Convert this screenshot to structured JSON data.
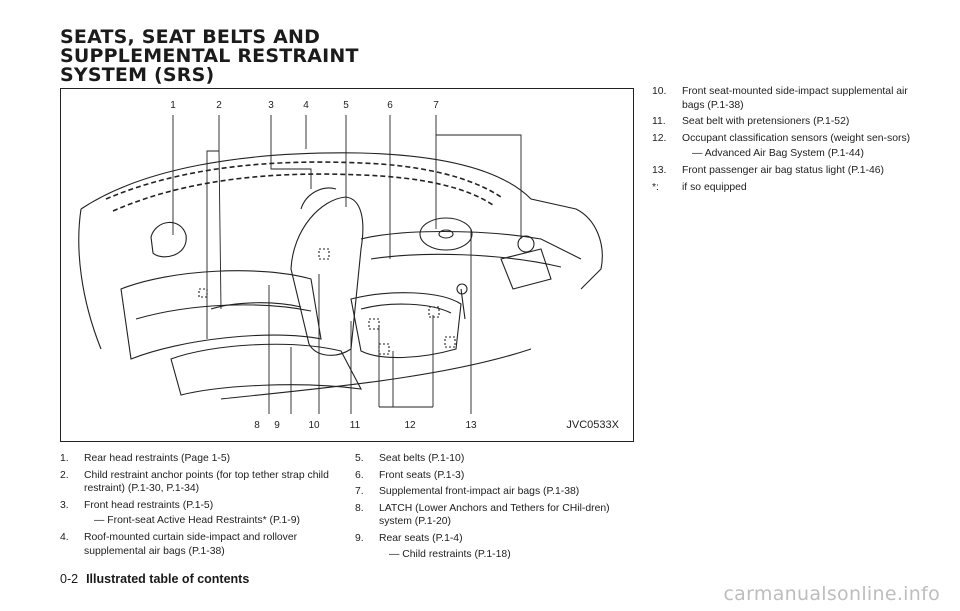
{
  "header": {
    "title_lines": [
      "SEATS, SEAT BELTS AND",
      "SUPPLEMENTAL RESTRAINT",
      "SYSTEM (SRS)"
    ]
  },
  "figure": {
    "code": "JVC0533X",
    "top_callouts": [
      "1",
      "2",
      "3",
      "4",
      "5",
      "6",
      "7"
    ],
    "bottom_callouts": [
      "8",
      "9",
      "10",
      "11",
      "12",
      "13"
    ]
  },
  "items": [
    {
      "num": "1.",
      "text": "Rear head restraints (Page 1-5)"
    },
    {
      "num": "2.",
      "text": "Child restraint anchor points (for top tether strap child restraint) (P.1-30, P.1-34)"
    },
    {
      "num": "3.",
      "text": "Front head restraints (P.1-5)",
      "sub": "— Front-seat Active Head Restraints* (P.1-9)"
    },
    {
      "num": "4.",
      "text": "Roof-mounted curtain side-impact and rollover supplemental air bags (P.1-38)"
    },
    {
      "num": "5.",
      "text": "Seat belts (P.1-10)"
    },
    {
      "num": "6.",
      "text": "Front seats (P.1-3)"
    },
    {
      "num": "7.",
      "text": "Supplemental front-impact air bags (P.1-38)"
    },
    {
      "num": "8.",
      "text": "LATCH (Lower Anchors and Tethers for CHil-dren) system (P.1-20)"
    },
    {
      "num": "9.",
      "text": "Rear seats (P.1-4)",
      "sub": "— Child restraints (P.1-18)"
    },
    {
      "num": "10.",
      "text": "Front seat-mounted side-impact supplemental air bags (P.1-38)"
    },
    {
      "num": "11.",
      "text": "Seat belt with pretensioners (P.1-52)"
    },
    {
      "num": "12.",
      "text": "Occupant classification sensors (weight sen-sors)",
      "sub": "— Advanced Air Bag System (P.1-44)"
    },
    {
      "num": "13.",
      "text": "Front passenger air bag status light (P.1-46)"
    },
    {
      "num": "*:",
      "text": "if so equipped"
    }
  ],
  "footer": {
    "page": "0-2",
    "section": "Illustrated table of contents"
  },
  "watermark": "carmanualsonline.info"
}
